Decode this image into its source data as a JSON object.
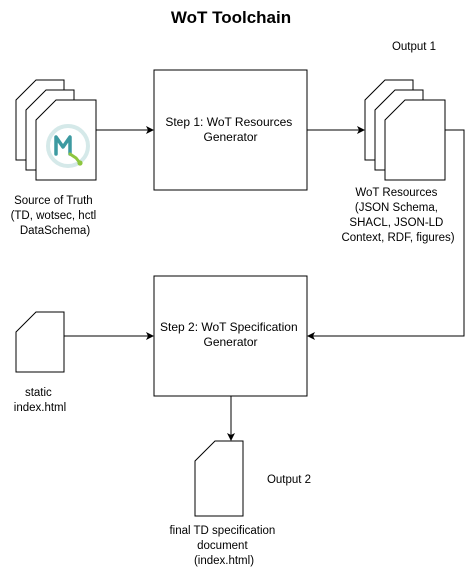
{
  "title": "WoT Toolchain",
  "step1": {
    "line1": "Step 1: WoT Resources",
    "line2": "Generator"
  },
  "step2": {
    "line1": "Step 2: WoT Specification",
    "line2": "Generator"
  },
  "source": {
    "line1": "Source of Truth",
    "line2": "(TD, wotsec, hctl",
    "line3": "DataSchema)"
  },
  "output1": {
    "label": "Output 1",
    "line1": "WoT Resources",
    "line2": "(JSON Schema,",
    "line3": "SHACL, JSON-LD",
    "line4": "Context, RDF, figures)"
  },
  "static": {
    "line1": "static",
    "line2": "index.html"
  },
  "output2": {
    "label": "Output 2",
    "line1": "final TD specification",
    "line2": "document",
    "line3": "(index.html)"
  },
  "colors": {
    "logo_teal": "#3d9aa1",
    "logo_green": "#8dc63f",
    "logo_ring": "#d5e9e9"
  }
}
